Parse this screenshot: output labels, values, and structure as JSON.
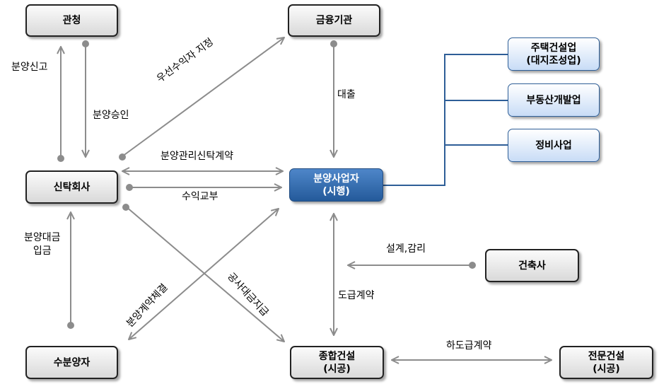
{
  "nodes": {
    "gwancheong": "관청",
    "financial_institution": "금융기관",
    "trust_company": "신탁회사",
    "developer_line1": "분양사업자",
    "developer_line2": "(시행)",
    "buyer": "수분양자",
    "general_construction_line1": "종합건설",
    "general_construction_line2": "(시공)",
    "special_construction_line1": "전문건설",
    "special_construction_line2": "(시공)",
    "architect": "건축사",
    "housing_builder_line1": "주택건설업",
    "housing_builder_line2": "(대지조성업)",
    "real_estate_developer": "부동산개발업",
    "redevelopment": "정비사업"
  },
  "edges": {
    "sale_report": "분양신고",
    "sale_approval": "분양승인",
    "beneficiary_designation": "우선수익자 지정",
    "loan": "대출",
    "trust_contract": "분양관리신탁계약",
    "profit_delivery": "수익교부",
    "sale_payment_line1": "분양대금",
    "sale_payment_line2": "입금",
    "sale_contract": "분양계약체결",
    "construction_payment": "공사대금지급",
    "design_supervision": "설계,감리",
    "contract": "도급계약",
    "subcontract": "하도급계약"
  },
  "colors": {
    "arrow": "#8c8c8c",
    "connector": "#2e5e97",
    "main_box": "#2f6db3"
  }
}
